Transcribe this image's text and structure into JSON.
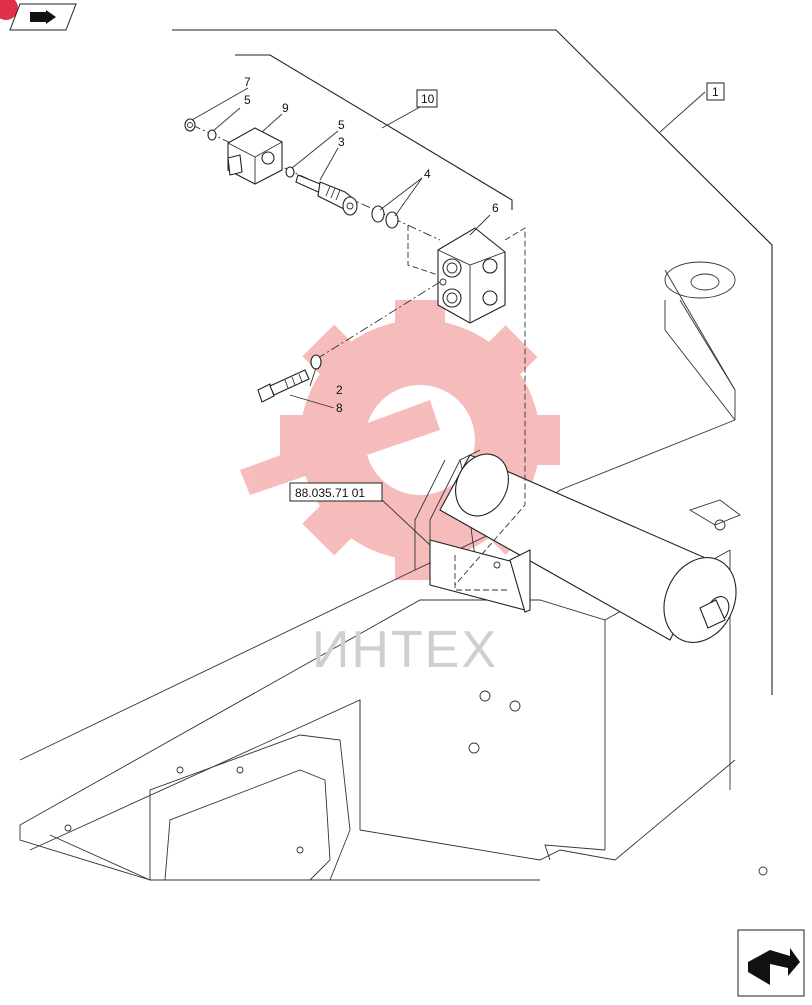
{
  "callouts": {
    "c1": "1",
    "c2": "2",
    "c3": "3",
    "c4": "4",
    "c5a": "5",
    "c5b": "5",
    "c6": "6",
    "c7": "7",
    "c8": "8",
    "c9": "9",
    "c10": "10"
  },
  "reference_label": "88.035.71 01",
  "watermark": "ИНТЕХ",
  "colors": {
    "watermark_gear": "#f4a6a6",
    "line": "#222222",
    "corner_badge": "#e0314b"
  },
  "icons": {
    "top_nav": "previous-page-icon",
    "bottom_nav": "next-page-icon"
  }
}
